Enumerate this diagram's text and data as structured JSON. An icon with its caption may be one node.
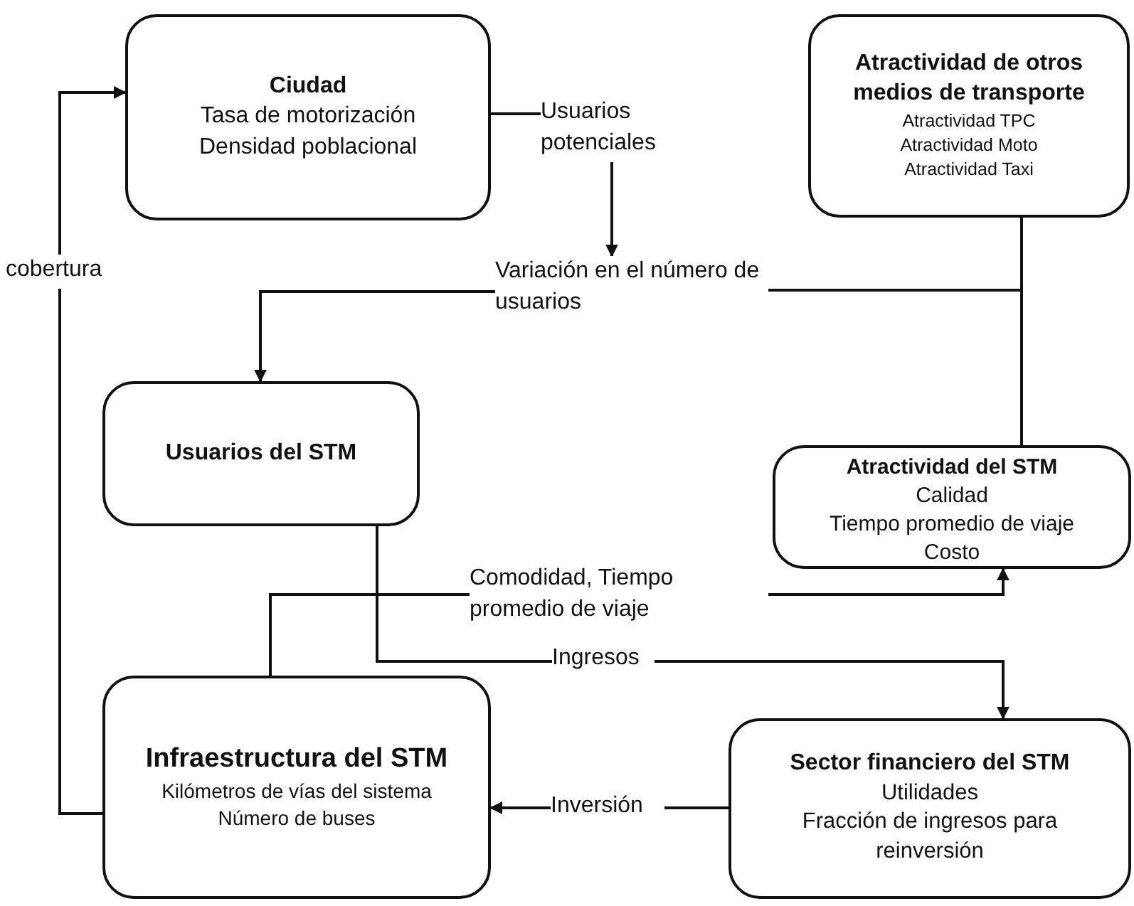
{
  "diagram": {
    "nodes": [
      {
        "text": [
          "Ciudad",
          "Tasa de motorización",
          "Densidad poblacional"
        ]
      },
      {
        "text": [
          "Atractividad de otros medios de transporte",
          "Atractividad TPC",
          "Atractividad Moto",
          "Atractividad Taxi"
        ]
      },
      {
        "text": [
          "Usuarios potenciales"
        ]
      },
      {
        "text": [
          "Variación en el número de usuarios"
        ]
      },
      {
        "text": [
          "Usuarios del STM"
        ]
      },
      {
        "text": [
          "Atractividad del STM",
          "Calidad",
          "Tiempo promedio de viaje",
          "Costo"
        ]
      },
      {
        "text": [
          "Comodidad, Tiempo promedio de viaje"
        ]
      },
      {
        "text": [
          "Ingresos"
        ]
      },
      {
        "text": [
          "Infraestructura del STM",
          "Kilómetros de vías del sistema",
          "Número de buses"
        ]
      },
      {
        "text": [
          "Sector financiero del STM",
          "Utilidades",
          "Fracción de ingresos para reinversión"
        ]
      },
      {
        "text": [
          "Inversión"
        ]
      },
      {
        "text": [
          "cobertura"
        ]
      }
    ],
    "edges": [
      {
        "from": 0,
        "to": 2,
        "arrow": "none"
      },
      {
        "from": 2,
        "to": 3,
        "arrow": "to"
      },
      {
        "from": 3,
        "to": 4,
        "arrow": "to"
      },
      {
        "from": 1,
        "to": 3,
        "arrow": "none"
      },
      {
        "from": 5,
        "to": 3,
        "arrow": "none"
      },
      {
        "from": 4,
        "to": 7,
        "arrow": "none"
      },
      {
        "from": 7,
        "to": 9,
        "arrow": "to"
      },
      {
        "from": 8,
        "to": 6,
        "arrow": "none"
      },
      {
        "from": 6,
        "to": 5,
        "arrow": "to"
      },
      {
        "from": 9,
        "to": 10,
        "arrow": "none"
      },
      {
        "from": 10,
        "to": 8,
        "arrow": "to"
      },
      {
        "from": 8,
        "to": 11,
        "arrow": "none"
      },
      {
        "from": 11,
        "to": 0,
        "arrow": "to"
      }
    ]
  }
}
